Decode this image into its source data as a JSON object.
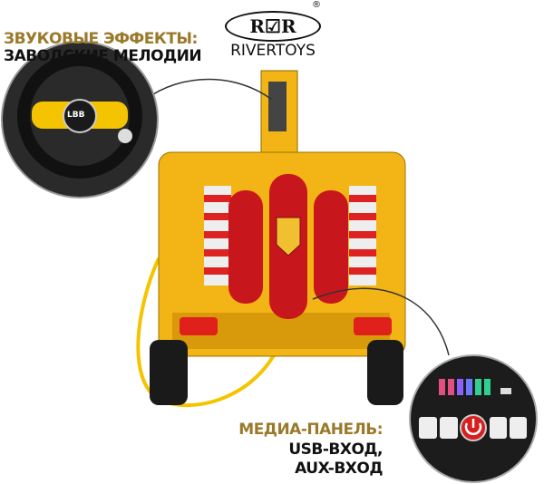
{
  "logo": {
    "mark": "R☑R",
    "brand": "RIVERTOYS",
    "registered": "®"
  },
  "captions": {
    "sound_title": "ЗВУКОВЫЕ ЭФФЕКТЫ:",
    "sound_detail": "ЗАВОДСКИЕ МЕЛОДИИ",
    "media_title": "МЕДИА-ПАНЕЛЬ:",
    "media_line1": "USB-ВХОД,",
    "media_line2": "AUX-ВХОД"
  },
  "steering_wheel": {
    "badge": "LBB"
  },
  "colors": {
    "body": "#f2b515",
    "tank": "#c8161d",
    "gold_text": "#9a7a2a",
    "hose": "#f5c400"
  }
}
